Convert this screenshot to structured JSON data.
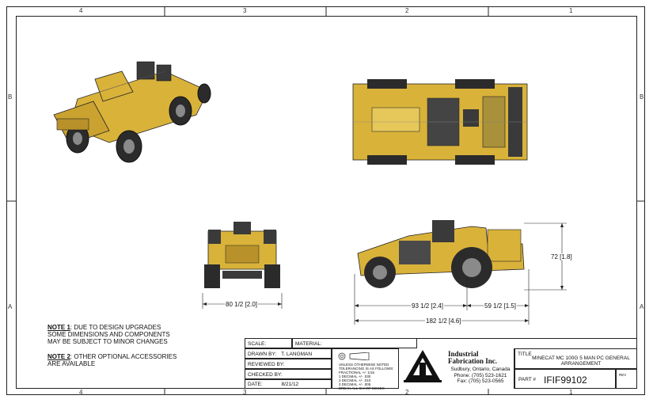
{
  "zones": {
    "columns": [
      "4",
      "3",
      "2",
      "1"
    ],
    "rows": [
      "B",
      "A"
    ]
  },
  "notes": {
    "note1_label": "NOTE 1",
    "note1_line1": ": DUE TO DESIGN UPGRADES",
    "note1_line2": "SOME DIMENSIONS AND COMPONENTS",
    "note1_line3": "MAY BE SUBJECT TO MINOR CHANGES",
    "note2_label": "NOTE 2",
    "note2_line1": ": OTHER OPTIONAL ACCESSORIES",
    "note2_line2": "ARE AVAILABLE"
  },
  "dimensions": {
    "front_width": "80 1/2 [2.0]",
    "height": "72 [1.8]",
    "wheelbase": "93 1/2 [2.4]",
    "rear_overhang": "59 1/2 [1.5]",
    "overall_length": "182 1/2 [4.6]"
  },
  "title_block": {
    "scale_label": "SCALE:",
    "material_label": "MATERIAL:",
    "drawn_by_label": "DRAWN BY:",
    "drawn_by_value": "T. LANGMAN",
    "reviewed_by_label": "REVIEWED BY:",
    "checked_by_label": "CHECKED BY:",
    "date_label": "DATE:",
    "date_value": "8/21/12",
    "tolerance_line1": "UNLESS OTHERWISE NOTED",
    "tolerance_line2": "TOLERANCING IS AS FOLLOWS:",
    "tolerance_line3": "FRACTIONAL +/- 1/16",
    "tolerance_line4": "1 DECIMAL +/- .030",
    "tolerance_line5": "2 DECIMAL +/- .010",
    "tolerance_line6": "3 DECIMAL +/- .005",
    "tolerance_line7": "BREAK ALL SHARP EDGES",
    "company_line1": "Industrial",
    "company_line2": "Fabrication Inc.",
    "company_city": "Sudbury, Ontario, Canada",
    "company_phone": "Phone: (705) 523-1621",
    "company_fax": "Fax: (705) 523-0565",
    "title_label": "TITLE",
    "title_line1": "MINECAT MC 100G 5 MAN PC GENERAL",
    "title_line2": "ARRANGEMENT",
    "part_label": "PART #",
    "part_value": "IFIF99102",
    "rev_label": "REV"
  },
  "colors": {
    "vehicle_yellow": "#d9b23a",
    "vehicle_dark": "#3a3a3a",
    "line": "#222222"
  }
}
